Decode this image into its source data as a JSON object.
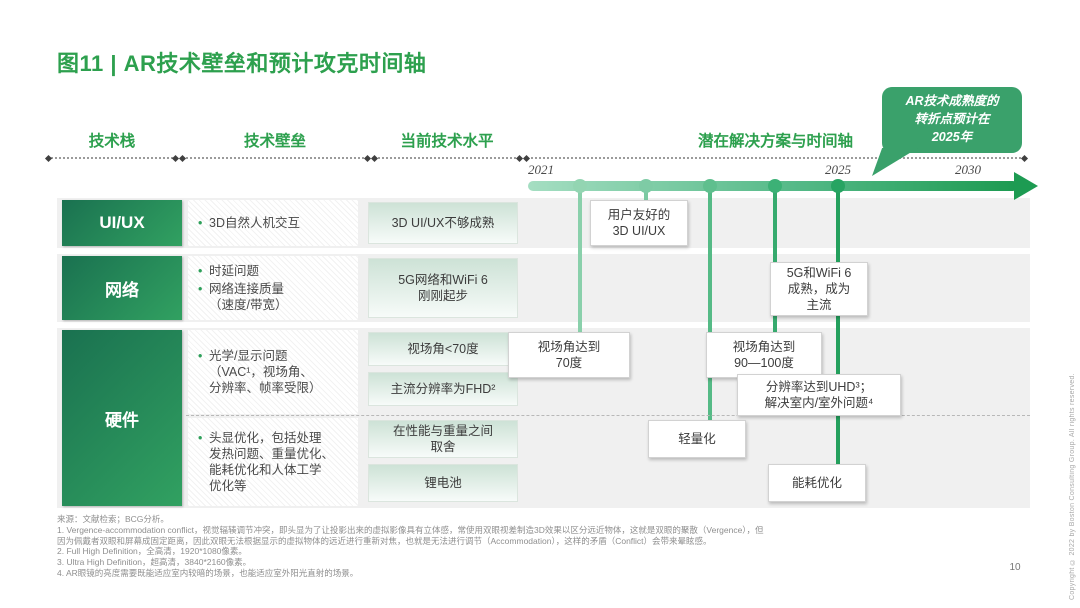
{
  "page": {
    "title": "图11 | AR技术壁垒和预计攻克时间轴",
    "page_number": "10",
    "copyright_vertical": "Copyright © 2022 by Boston Consulting Group. All rights reserved."
  },
  "columns": [
    {
      "label": "技术栈"
    },
    {
      "label": "技术壁垒"
    },
    {
      "label": "当前技术水平"
    },
    {
      "label": "潜在解决方案与时间轴"
    }
  ],
  "timeline": {
    "years": [
      "2021",
      "2025",
      "2030"
    ],
    "callout": "AR技术成熟度的\n转折点预计在\n2025年"
  },
  "rows": [
    {
      "label": "UI/UX",
      "barriers": [
        "3D自然人机交互"
      ],
      "current": [
        "3D UI/UX不够成熟"
      ],
      "solutions": [
        "用户友好的\n3D UI/UX"
      ]
    },
    {
      "label": "网络",
      "barriers": [
        "时延问题",
        "网络连接质量\n（速度/带宽）"
      ],
      "current": [
        "5G网络和WiFi 6\n刚刚起步"
      ],
      "solutions": [
        "5G和WiFi 6\n成熟，成为\n主流"
      ]
    },
    {
      "label": "硬件",
      "barriers": [
        "光学/显示问题\n（VAC¹，视场角、\n分辨率、帧率受限）",
        "头显优化，包括处理\n发热问题、重量优化、\n能耗优化和人体工学\n优化等"
      ],
      "current": [
        "视场角<70度",
        "主流分辨率为FHD²",
        "在性能与重量之间\n取舍",
        "锂电池"
      ],
      "solutions": [
        "视场角达到\n70度",
        "视场角达到\n90—100度",
        "分辨率达到UHD³；\n解决室内/室外问题⁴",
        "轻量化",
        "能耗优化"
      ]
    }
  ],
  "footnotes": [
    "来源：文献检索；BCG分析。",
    "1. Vergence-accommodation conflict，视觉辐辏调节冲突，即头显为了让投影出来的虚拟影像具有立体感，常使用双眼视差制造3D效果以区分远近物体，这就是双眼的聚散（Vergence），但",
    "因为佩戴者双眼和屏幕成固定距离，因此双眼无法根据显示的虚拟物体的远近进行重新对焦，也就是无法进行调节（Accommodation），这样的矛盾（Conflict）会带来晕眩感。",
    "2. Full High Definition，全高清，1920*1080像素。",
    "3. Ultra High Definition，超高清，3840*2160像素。",
    "4. AR眼镜的亮度需要既能适应室内较暗的场景，也能适应室外阳光直射的场景。"
  ],
  "colors": {
    "brand_green": "#2da04e",
    "label_gradient_start": "#1a7150",
    "label_gradient_end": "#31a161",
    "callout_green": "#3aa16b",
    "timeline_light": "#a5dec2",
    "timeline_dark": "#1c9a51",
    "band_gray": "#f0f0f0"
  }
}
